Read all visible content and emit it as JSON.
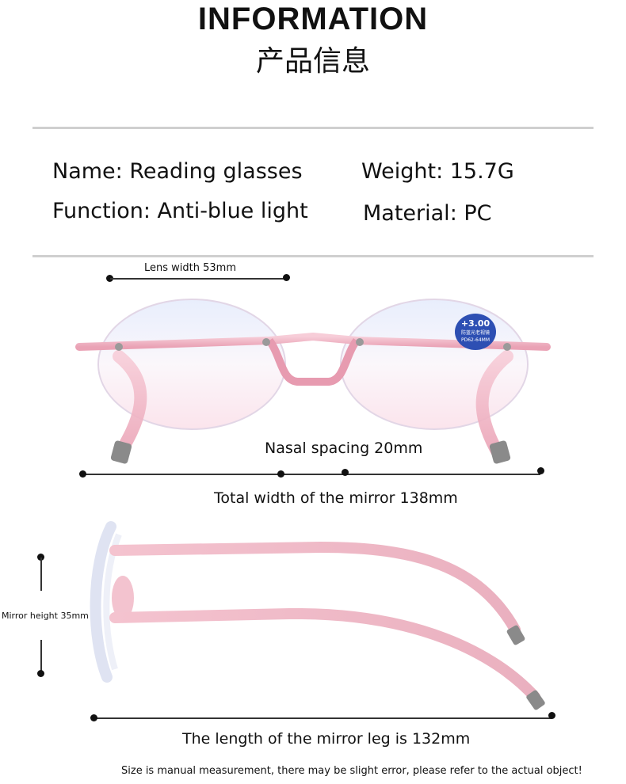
{
  "header": {
    "title": "INFORMATION",
    "subtitle": "产品信息"
  },
  "specs": {
    "name": "Name: Reading glasses",
    "function": "Function: Anti-blue light",
    "weight": "Weight: 15.7G",
    "material": "Material: PC"
  },
  "measurements": {
    "lens_width": "Lens width 53mm",
    "nasal_spacing": "Nasal spacing 20mm",
    "total_width": "Total width of the mirror 138mm",
    "mirror_height": "Mirror height 35mm",
    "leg_length": "The length of the mirror leg is 132mm"
  },
  "sticker": {
    "power": "+3.00",
    "line1": "防蓝光老视镜",
    "line2": "PD62-64MM"
  },
  "footer": {
    "note": "Size is manual measurement, there may be slight error, please refer to the actual object!"
  },
  "colors": {
    "frame_pink": "#f2b8c6",
    "sticker_blue": "#2d4fb3"
  }
}
